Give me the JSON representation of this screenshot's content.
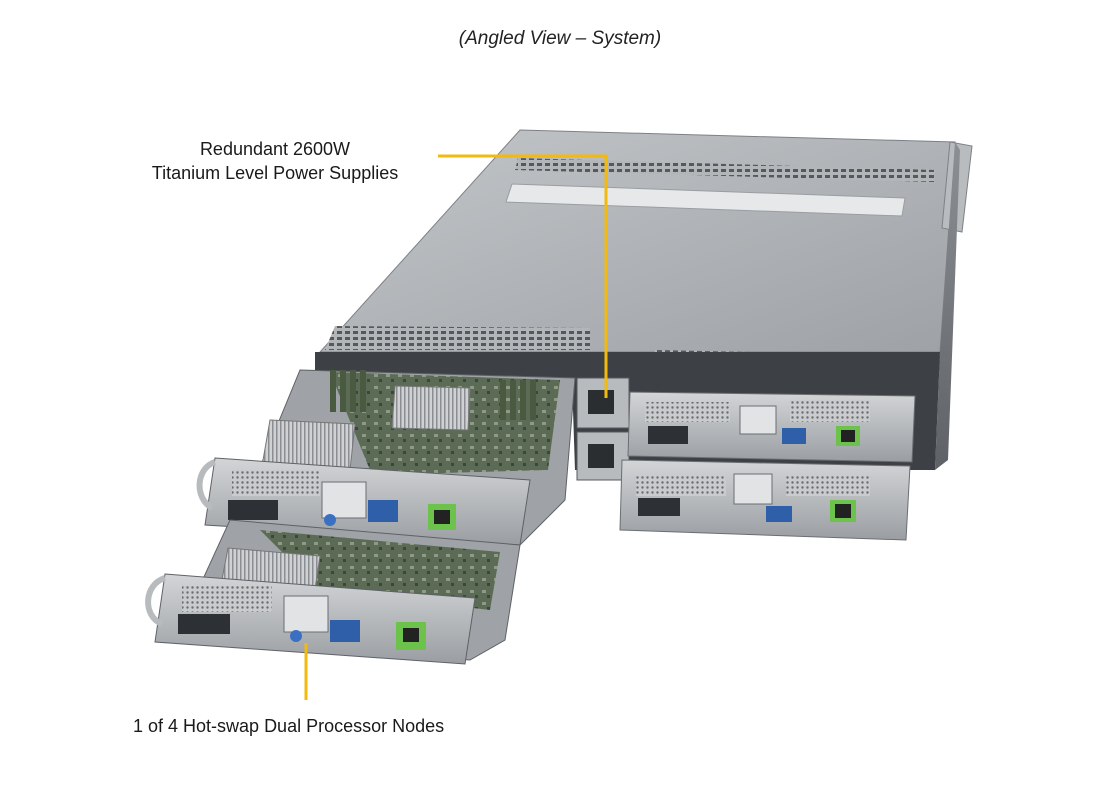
{
  "caption": "(Angled View – System)",
  "callouts": {
    "psu": {
      "line1": "Redundant 2600W",
      "line2": "Titanium Level Power Supplies"
    },
    "node": {
      "text": "1 of 4 Hot-swap Dual Processor Nodes"
    }
  },
  "colors": {
    "callout_line": "#f2b90f",
    "chassis": "#a9adb1",
    "chassis_dark": "#6f7479",
    "vga_port": "#2f5fa8",
    "lan_port": "#6cc24a"
  }
}
